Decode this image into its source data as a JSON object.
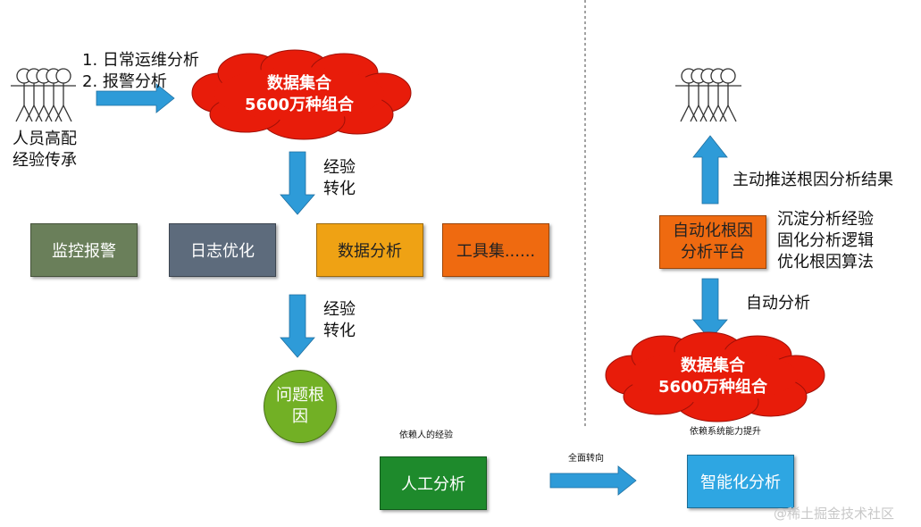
{
  "left": {
    "people_caption_line1": "人员高配",
    "people_caption_line2": "经验传承",
    "steps_line1": "1. 日常运维分析",
    "steps_line2": "2. 报警分析",
    "cloud_line1": "数据集合",
    "cloud_line2": "5600万种组合",
    "transform1_line1": "经验",
    "transform1_line2": "转化",
    "tools": [
      "监控报警",
      "日志优化",
      "数据分析",
      "工具集......"
    ],
    "transform2_line1": "经验",
    "transform2_line2": "转化",
    "root_cause_line1": "问题根",
    "root_cause_line2": "因",
    "rely_note": "依赖人的经验",
    "manual_analysis": "人工分析"
  },
  "middle": {
    "shift_label": "全面转向"
  },
  "right": {
    "push_label": "主动推送根因分析结果",
    "platform_line1": "自动化根因",
    "platform_line2": "分析平台",
    "features": [
      "沉淀分析经验",
      "固化分析逻辑",
      "优化根因算法"
    ],
    "auto_analysis": "自动分析",
    "cloud_line1": "数据集合",
    "cloud_line2": "5600万种组合",
    "rely_note": "依赖系统能力提升",
    "smart_analysis": "智能化分析"
  },
  "watermark": "@稀土掘金技术社区",
  "colors": {
    "arrow": "#2e9bd8",
    "cloud": "#e81c0a",
    "monitor": "#6a7f5a",
    "log": "#5d6b7c",
    "data": "#efa214",
    "tools": "#ef6a10",
    "root_cause": "#72b025",
    "manual": "#1e8a2c",
    "platform": "#ef6a10",
    "smart": "#2ea6e2"
  }
}
